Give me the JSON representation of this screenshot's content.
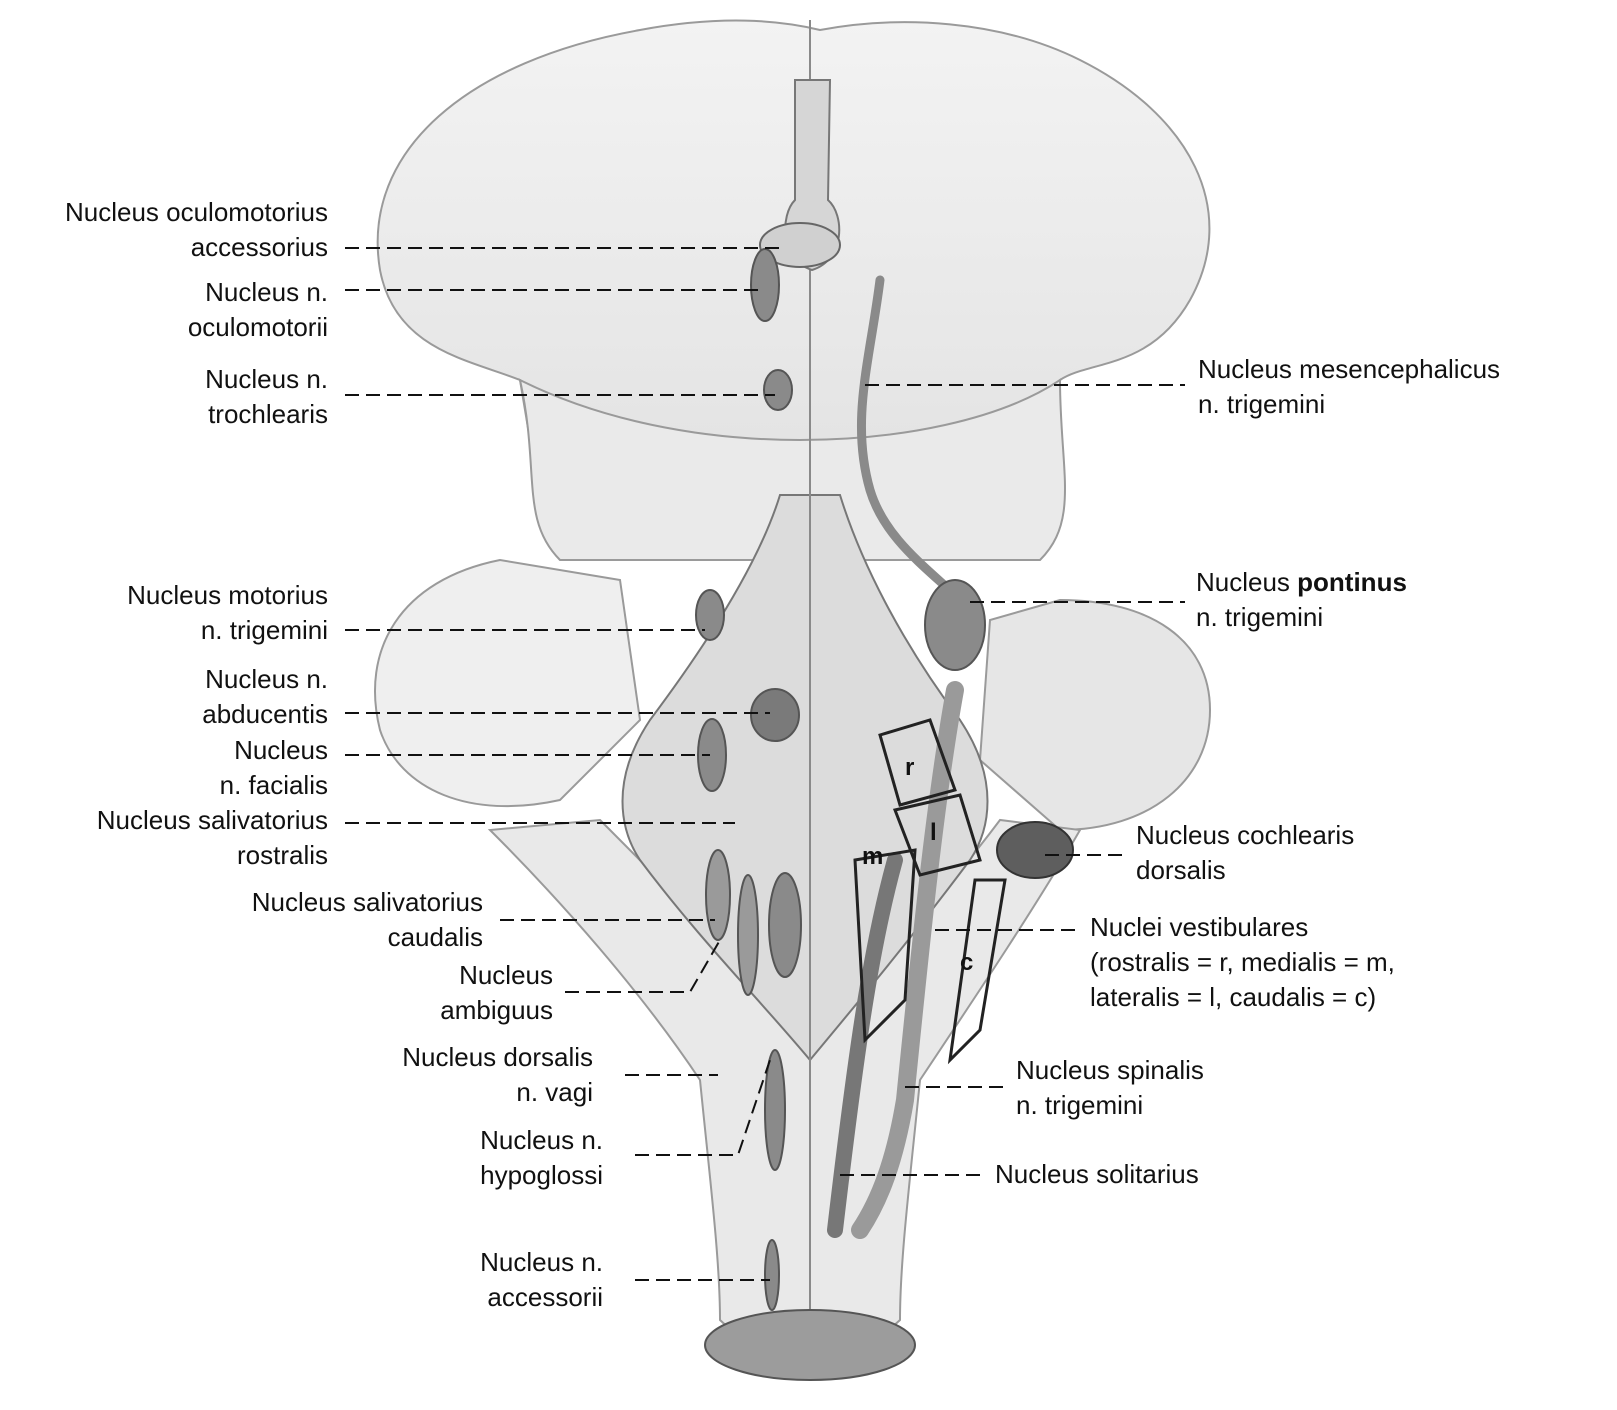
{
  "labels": {
    "oculomotorius_accessorius": [
      "Nucleus oculomotorius",
      "accessorius"
    ],
    "n_oculomotorii": [
      "Nucleus n.",
      "oculomotorii"
    ],
    "n_trochlearis": [
      "Nucleus n.",
      "trochlearis"
    ],
    "mesencephalicus": [
      "Nucleus mesencephalicus",
      "n. trigemini"
    ],
    "motorius_trigemini": [
      "Nucleus motorius",
      "n. trigemini"
    ],
    "pontinus_prefix": "Nucleus ",
    "pontinus_bold": "pontinus",
    "pontinus_line2": "n. trigemini",
    "abducentis": [
      "Nucleus n.",
      "abducentis"
    ],
    "facialis": [
      "Nucleus",
      "n. facialis"
    ],
    "salivatorius_rostralis": [
      "Nucleus salivatorius",
      "rostralis"
    ],
    "cochlearis_dorsalis": [
      "Nucleus cochlearis",
      "dorsalis"
    ],
    "salivatorius_caudalis": [
      "Nucleus salivatorius",
      "caudalis"
    ],
    "vestibulares": [
      "Nuclei vestibulares",
      "(rostralis = r, medialis = m,",
      "lateralis = l, caudalis = c)"
    ],
    "ambiguus": [
      "Nucleus",
      "ambiguus"
    ],
    "dorsalis_vagi": [
      "Nucleus dorsalis",
      "n. vagi"
    ],
    "spinalis_trigemini": [
      "Nucleus spinalis",
      "n. trigemini"
    ],
    "hypoglossi": [
      "Nucleus n.",
      "hypoglossi"
    ],
    "solitarius": "Nucleus solitarius",
    "accessorii": [
      "Nucleus n.",
      "accessorii"
    ]
  },
  "vestibular_tags": {
    "r": "r",
    "l": "l",
    "m": "m",
    "c": "c"
  },
  "colors": {
    "outline": "#555555",
    "tissue": "#ededed",
    "nucleus": "#8a8a8a",
    "leader": "#111111"
  }
}
